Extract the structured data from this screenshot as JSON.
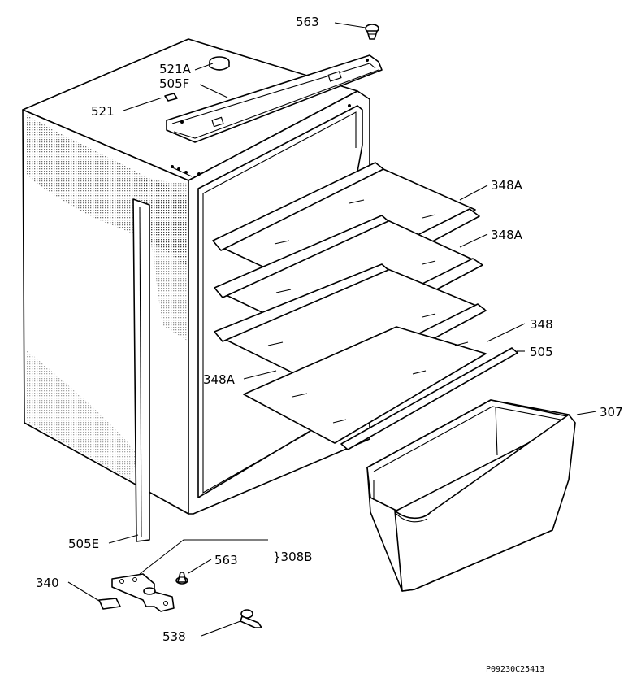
{
  "labels": {
    "p563_top": "563",
    "p521a": "521A",
    "p505f": "505F",
    "p521": "521",
    "p348a_1": "348A",
    "p348a_2": "348A",
    "p348": "348",
    "p505": "505",
    "p348a_3": "348A",
    "p307": "307",
    "p505e": "505E",
    "p563_bottom": "563",
    "p308b": "}308B",
    "p340": "340",
    "p538": "538"
  },
  "drawing_code": "P09230C25413"
}
